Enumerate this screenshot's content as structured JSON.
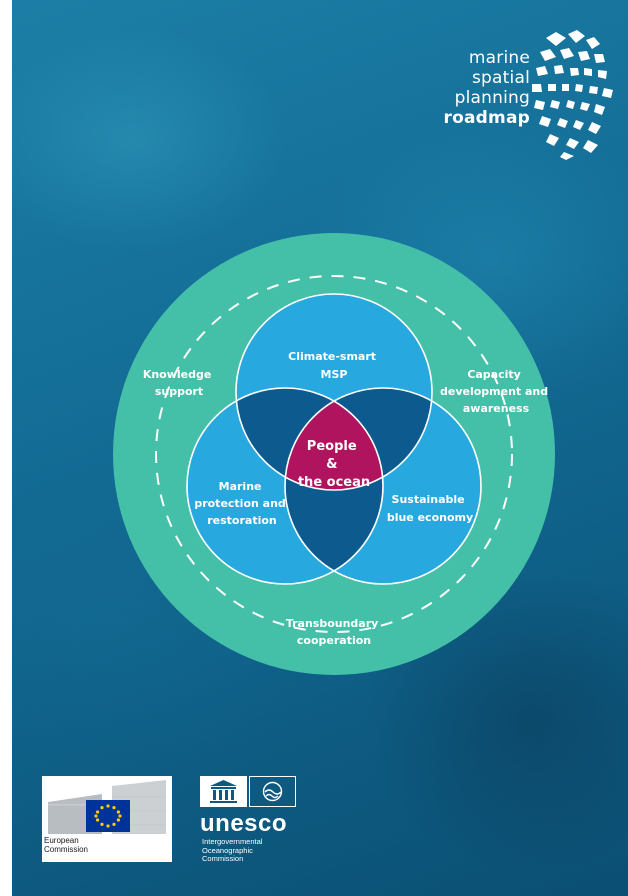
{
  "title": {
    "line1": "marine",
    "line2": "spatial",
    "line3": "planning",
    "line4": "roadmap"
  },
  "diagram": {
    "outer_ring": {
      "top_left": [
        "Knowledge",
        "support"
      ],
      "top_right": [
        "Capacity",
        "development and",
        "awareness"
      ],
      "bottom": [
        "Transboundary",
        "cooperation"
      ]
    },
    "circles": {
      "top": [
        "Climate-smart",
        "MSP"
      ],
      "left": [
        "Marine",
        "protection and",
        "restoration"
      ],
      "right": [
        "Sustainable",
        "blue economy"
      ]
    },
    "center": [
      "People",
      "&",
      "the ocean"
    ]
  },
  "logos": {
    "ec": [
      "European",
      "Commission"
    ],
    "unesco_word": "unesco",
    "ioc": [
      "Intergovernmental",
      "Oceanographic",
      "Commission"
    ]
  },
  "colors": {
    "outer_ring": "#45c0a8",
    "circle": "#27a9df",
    "overlap": "#0d5b8e",
    "center": "#b0145f"
  }
}
